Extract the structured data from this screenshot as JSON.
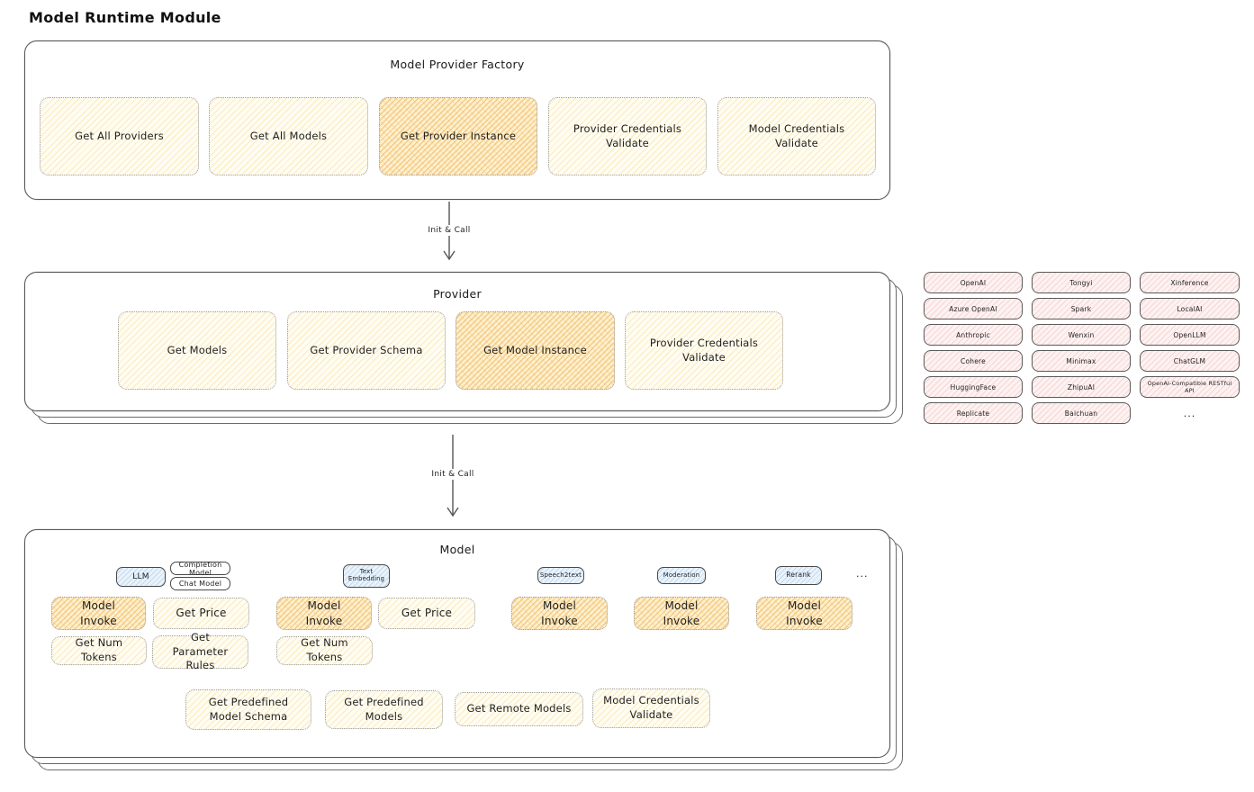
{
  "title": "Model Runtime Module",
  "colors": {
    "yellow_fill": "#fffdf2",
    "orange_highlight_fill": "#fdf0d0",
    "pink_fill": "#fdf2f1",
    "blue_fill": "#eaf3fb",
    "border": "#575757"
  },
  "factory": {
    "title": "Model Provider Factory",
    "items": [
      {
        "label": "Get All Providers",
        "highlighted": false
      },
      {
        "label": "Get All Models",
        "highlighted": false
      },
      {
        "label": "Get Provider Instance",
        "highlighted": true
      },
      {
        "label": "Provider Credentials Validate",
        "highlighted": false
      },
      {
        "label": "Model Credentials Validate",
        "highlighted": false
      }
    ]
  },
  "arrow1": {
    "label": "Init & Call"
  },
  "arrow2": {
    "label": "Init & Call"
  },
  "provider": {
    "title": "Provider",
    "items": [
      {
        "label": "Get Models",
        "highlighted": false
      },
      {
        "label": "Get Provider Schema",
        "highlighted": false
      },
      {
        "label": "Get Model Instance",
        "highlighted": true
      },
      {
        "label": "Provider Credentials Validate",
        "highlighted": false
      }
    ]
  },
  "providers_panel": {
    "rows": [
      [
        "OpenAI",
        "Tongyi",
        "Xinference"
      ],
      [
        "Azure OpenAI",
        "Spark",
        "LocalAI"
      ],
      [
        "Anthropic",
        "Wenxin",
        "OpenLLM"
      ],
      [
        "Cohere",
        "Minimax",
        "ChatGLM"
      ],
      [
        "HuggingFace",
        "ZhipuAI",
        "OpenAI-Compatible RESTful API"
      ],
      [
        "Replicate",
        "Baichuan"
      ]
    ],
    "more": "..."
  },
  "model": {
    "title": "Model",
    "tabs": {
      "llm": "LLM",
      "completion_model": "Completion Model",
      "chat_model": "Chat Model",
      "text_embedding": "Text Embedding",
      "speech2text": "Speech2text",
      "moderation": "Moderation",
      "rerank": "Rerank",
      "more": "..."
    },
    "ops": {
      "model_invoke": "Model Invoke",
      "get_price": "Get Price",
      "get_num_tokens": "Get Num Tokens",
      "get_parameter_rules": "Get Parameter Rules",
      "get_predefined_model_schema": "Get Predefined Model Schema",
      "get_predefined_models": "Get Predefined Models",
      "get_remote_models": "Get Remote Models",
      "model_credentials_validate": "Model Credentials Validate"
    }
  }
}
